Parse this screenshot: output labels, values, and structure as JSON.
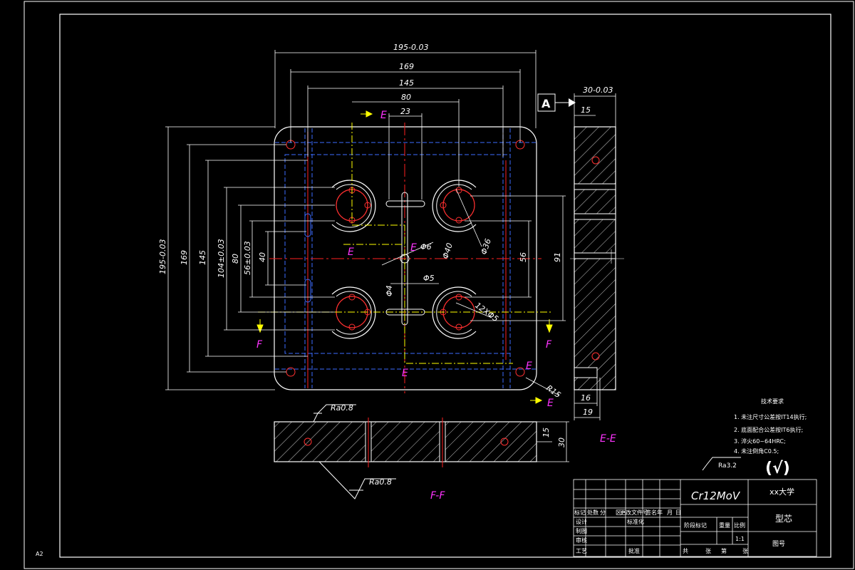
{
  "sheet": {
    "size_label": "A2"
  },
  "colors": {
    "background": "#000000",
    "outline": "#ffffff",
    "hidden": "#3b6cff",
    "center": "#ff2020",
    "section": "#ff33ff",
    "cut_line": "#ffff00",
    "hole": "#ff3030"
  },
  "top_dims": {
    "d195": "195-0.03",
    "d169": "169",
    "d145": "145",
    "d80": "80",
    "d23": "23"
  },
  "left_dims": {
    "d195": "195-0.03",
    "d169": "169",
    "d145": "145",
    "d104": "104±0.03",
    "d80": "80",
    "d56": "56±0.03",
    "d40": "40"
  },
  "center_dims": {
    "phi6": "Φ6",
    "phi40": "Φ40",
    "phi36": "Φ36",
    "phi5": "Φ5",
    "phi4": "Φ4",
    "twelve_x": "12XΦ5",
    "d56": "56",
    "d91": "91",
    "r15": "R15"
  },
  "section_marks": {
    "e": "E",
    "f": "F",
    "e_view": "E-E",
    "f_view": "F-F"
  },
  "side_view": {
    "datum": "A",
    "d30": "30-0.03",
    "d15": "15",
    "d16": "16",
    "d19": "19"
  },
  "bottom_view": {
    "d15": "15",
    "d30": "30"
  },
  "roughness": {
    "ra_top": "Ra0.8",
    "ra_bottom": "Ra0.8",
    "ra_general": "Ra3.2",
    "general_symbol": "(√)"
  },
  "tech_requirements": {
    "title": "技术要求",
    "items": [
      "1. 未注尺寸公差按IT14执行;",
      "2. 底面配合公差按IT6执行;",
      "3. 淬火60~64HRC;",
      "4. 未注倒角C0.5;"
    ]
  },
  "title_block": {
    "material": "Cr12MoV",
    "school": "xx大学",
    "part_name": "型芯",
    "drawing_no_label": "图号",
    "scale": "1:1",
    "header_row": [
      "标记",
      "处数",
      "分",
      "区",
      "更改文件号",
      "签名",
      "年",
      "月",
      "日"
    ],
    "design": "设计",
    "standardize": "标准化",
    "check": "审核",
    "process": "工艺",
    "approve": "批准",
    "drawing_label": "制图",
    "stage_mark": "阶段标记",
    "weight": "重量",
    "ratio": "比例",
    "total": "共",
    "sheets": "张",
    "page": "第",
    "page_sheets": "张"
  }
}
